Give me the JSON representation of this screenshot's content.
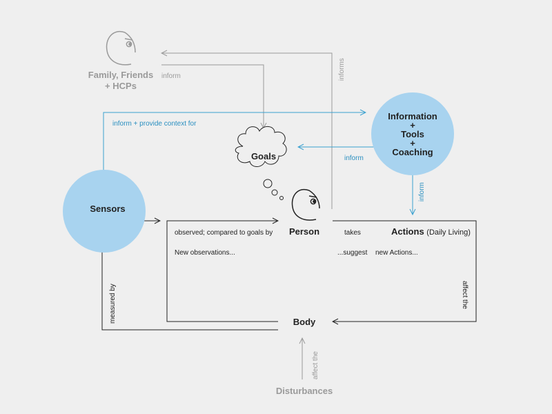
{
  "colors": {
    "background": "#efefef",
    "dark": "#222222",
    "gray": "#9a9a9a",
    "blue_line": "#3aa0cf",
    "blue_text": "#2a8fc0",
    "circle_fill": "#a8d3ef"
  },
  "icons": {
    "family": "face-icon",
    "person": "face-icon",
    "goals": "thought-cloud-icon"
  },
  "nodes": {
    "family_line1": "Family, Friends",
    "family_line2": "+ HCPs",
    "goals": "Goals",
    "info_line1": "Information",
    "info_line2": "+",
    "info_line3": "Tools",
    "info_line4": "+",
    "info_line5": "Coaching",
    "sensors": "Sensors",
    "person": "Person",
    "actions": "Actions",
    "actions_suffix": "(Daily Living)",
    "body": "Body",
    "disturbances": "Disturbances"
  },
  "edges": {
    "family_inform": "inform",
    "informs": "informs",
    "inform_context": "inform + provide context for",
    "info_inform_goals": "inform",
    "info_inform_actions": "inform",
    "observed": "observed; compared to goals by",
    "takes": "takes",
    "new_observations": "New observations...",
    "suggest": "...suggest",
    "new_actions": "new Actions...",
    "measured_by": "measured by",
    "affect_the_right": "affect the",
    "affect_the_bottom": "affect the"
  }
}
